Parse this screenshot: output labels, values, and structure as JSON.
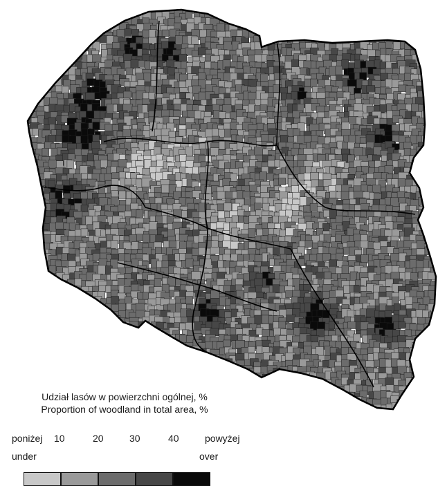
{
  "legend": {
    "title_pl": "Udział lasów w powierzchni ogólnej, %",
    "title_en": "Proportion of woodland in total area, %",
    "under_pl": "poniżej",
    "over_pl": "powyżej",
    "under_en": "under",
    "over_en": "over",
    "thresholds": [
      "10",
      "20",
      "30",
      "40"
    ],
    "classes": [
      {
        "range": "under 10",
        "color": "#c8c8c8"
      },
      {
        "range": "10-20",
        "color": "#9a9a9a"
      },
      {
        "range": "20-30",
        "color": "#6c6c6c"
      },
      {
        "range": "30-40",
        "color": "#474747"
      },
      {
        "range": "over 40",
        "color": "#0a0a0a"
      }
    ]
  },
  "map": {
    "outline_color": "#000000",
    "boundary_color": "#1e1e1e"
  }
}
